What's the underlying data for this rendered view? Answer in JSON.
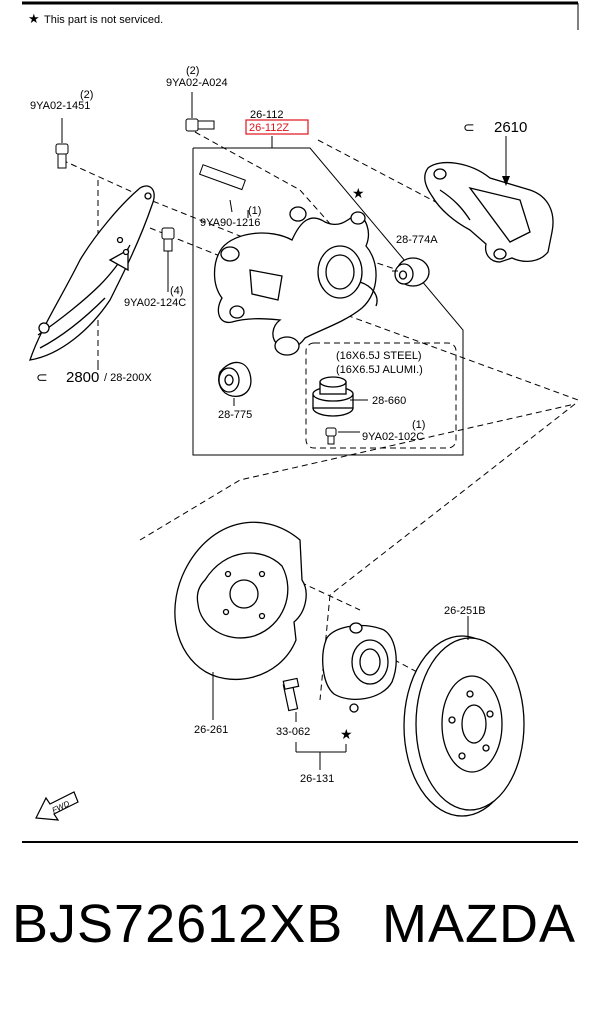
{
  "note": "This part is not serviced.",
  "caption": {
    "part_number": "BJS72612XB",
    "brand": "MAZDA"
  },
  "colors": {
    "highlight": "#e0121a",
    "ink": "#000000"
  },
  "labels": {
    "bolt_a024_qty": "(2)",
    "bolt_a024": "9YA02-A024",
    "bolt_1451_qty": "(2)",
    "bolt_1451": "9YA02-1451",
    "knuckle_ref": "26-112",
    "knuckle_sel": "26-112Z",
    "caliper": "2610",
    "stud_qty": "(1)",
    "stud": "9YA90-1216",
    "bushing_774": "28-774A",
    "bolt_124c_qty": "(4)",
    "bolt_124c": "9YA02-124C",
    "arm": "2800",
    "arm_ref": "/ 28-200X",
    "bushing_775": "28-775",
    "wheel_steel": "(16X6.5J STEEL)",
    "wheel_alumi": "(16X6.5J ALUMI.)",
    "mount_660": "28-660",
    "bolt_102c_qty": "(1)",
    "bolt_102c": "9YA02-102C",
    "disc": "26-251B",
    "shield": "26-261",
    "hub_bolt": "33-062",
    "hub": "26-131",
    "fwd": "FWD"
  }
}
